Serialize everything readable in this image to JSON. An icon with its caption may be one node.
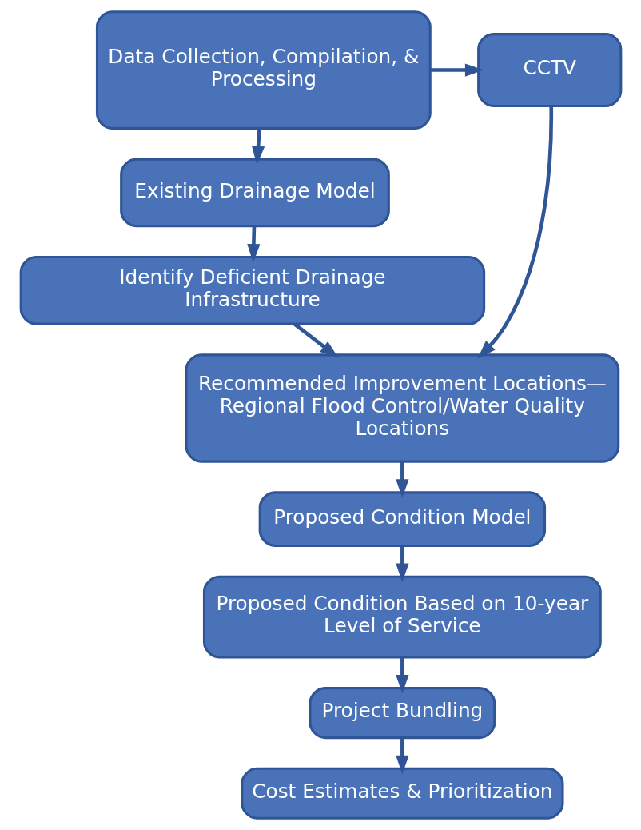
{
  "diagram": {
    "nodes": [
      {
        "text": [
          "Data Collection, Compilation, & Processing"
        ]
      },
      {
        "text": [
          "CCTV"
        ]
      },
      {
        "text": [
          "Existing Drainage Model"
        ]
      },
      {
        "text": [
          "Identify Deficient Drainage Infrastructure"
        ]
      },
      {
        "text": [
          "Recommended Improvement Locations— Regional Flood Control/Water Quality Locations"
        ]
      },
      {
        "text": [
          "Proposed Condition Model"
        ]
      },
      {
        "text": [
          "Proposed Condition Based on 10-year Level of Service"
        ]
      },
      {
        "text": [
          "Project Bundling"
        ]
      },
      {
        "text": [
          "Cost Estimates & Prioritization"
        ]
      }
    ],
    "edges": [
      {
        "from": 0,
        "to": 1,
        "arrow": "to"
      },
      {
        "from": 0,
        "to": 2,
        "arrow": "to"
      },
      {
        "from": 1,
        "to": 4,
        "arrow": "to"
      },
      {
        "from": 2,
        "to": 3,
        "arrow": "to"
      },
      {
        "from": 3,
        "to": 4,
        "arrow": "to"
      },
      {
        "from": 4,
        "to": 5,
        "arrow": "to"
      },
      {
        "from": 5,
        "to": 6,
        "arrow": "to"
      },
      {
        "from": 6,
        "to": 7,
        "arrow": "to"
      },
      {
        "from": 7,
        "to": 8,
        "arrow": "to"
      }
    ]
  }
}
